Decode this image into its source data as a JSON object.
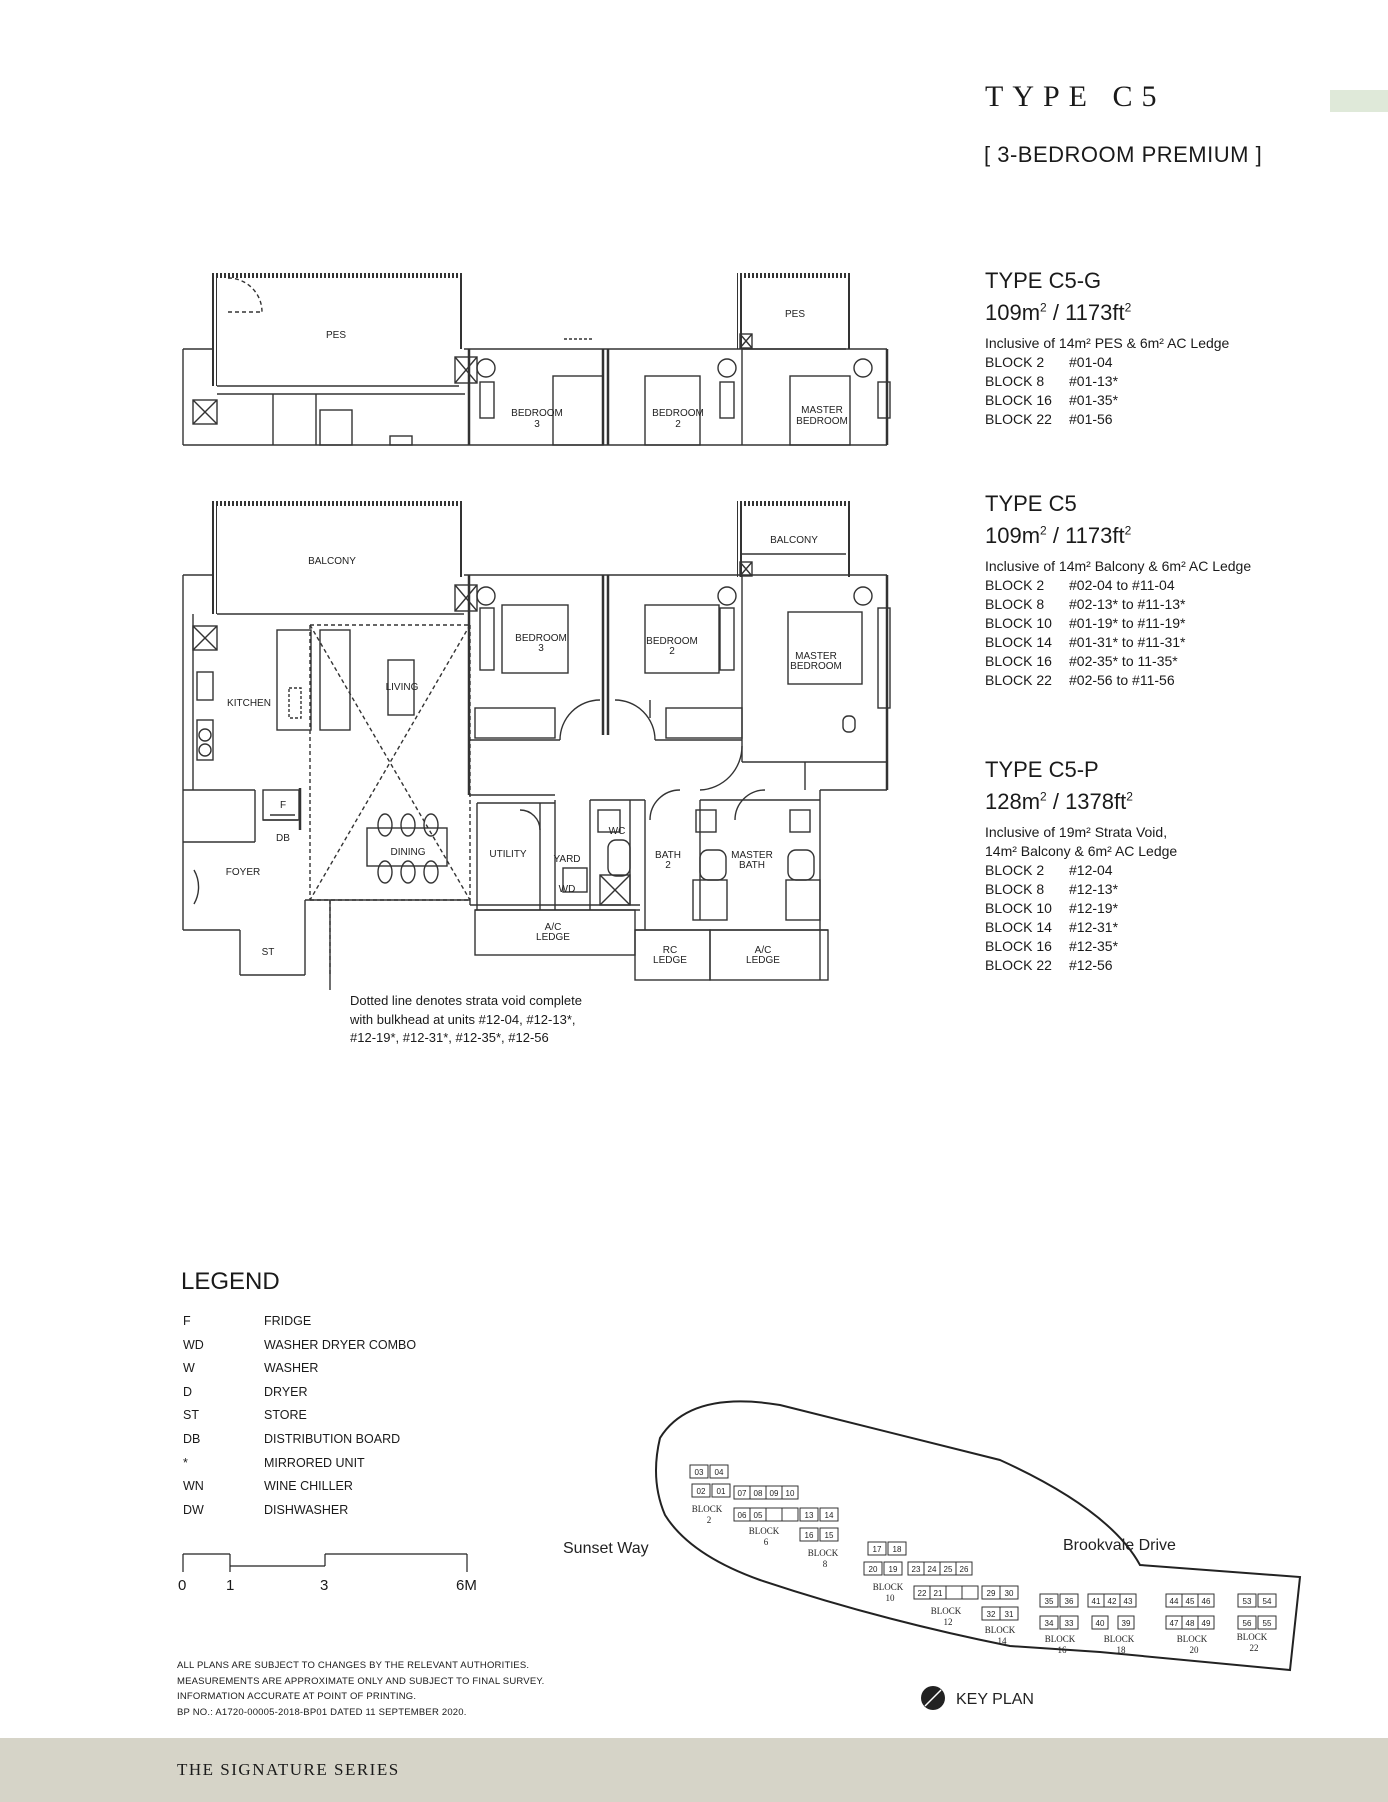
{
  "header": {
    "type_title": "TYPE C5",
    "subtitle": "[ 3-BEDROOM PREMIUM ]"
  },
  "units": [
    {
      "name": "TYPE C5-G",
      "area_m2": "109m",
      "area_ft2": " / 1173ft",
      "inclusive": "Inclusive of 14m² PES & 6m² AC Ledge",
      "blocks": [
        {
          "block": "BLOCK 2",
          "units": "#01-04"
        },
        {
          "block": "BLOCK 8",
          "units": "#01-13*"
        },
        {
          "block": "BLOCK 16",
          "units": "#01-35*"
        },
        {
          "block": "BLOCK 22",
          "units": "#01-56"
        }
      ]
    },
    {
      "name": "TYPE C5",
      "area_m2": "109m",
      "area_ft2": " / 1173ft",
      "inclusive": "Inclusive of 14m² Balcony & 6m² AC Ledge",
      "blocks": [
        {
          "block": "BLOCK 2",
          "units": "#02-04 to #11-04"
        },
        {
          "block": "BLOCK 8",
          "units": "#02-13* to #11-13*"
        },
        {
          "block": "BLOCK 10",
          "units": "#01-19* to #11-19*"
        },
        {
          "block": "BLOCK 14",
          "units": "#01-31* to #11-31*"
        },
        {
          "block": "BLOCK 16",
          "units": "#02-35* to 11-35*"
        },
        {
          "block": "BLOCK 22",
          "units": "#02-56 to #11-56"
        }
      ]
    },
    {
      "name": "TYPE C5-P",
      "area_m2": "128m",
      "area_ft2": " / 1378ft",
      "inclusive_line1": "Inclusive of 19m² Strata Void,",
      "inclusive_line2": "14m² Balcony & 6m² AC Ledge",
      "blocks": [
        {
          "block": "BLOCK 2",
          "units": "#12-04"
        },
        {
          "block": "BLOCK 8",
          "units": "#12-13*"
        },
        {
          "block": "BLOCK 10",
          "units": "#12-19*"
        },
        {
          "block": "BLOCK 14",
          "units": "#12-31*"
        },
        {
          "block": "BLOCK 16",
          "units": "#12-35*"
        },
        {
          "block": "BLOCK 22",
          "units": "#12-56"
        }
      ]
    }
  ],
  "plan_labels": {
    "pes": "PES",
    "balcony": "BALCONY",
    "bedroom": "BEDROOM",
    "bed3": "3",
    "bed2": "2",
    "master": "MASTER",
    "master_bedroom": "BEDROOM",
    "kitchen": "KITCHEN",
    "living": "LIVING",
    "dining": "DINING",
    "foyer": "FOYER",
    "utility": "UTILITY",
    "yard": "YARD",
    "wd": "WD",
    "wc": "WC",
    "bath": "BATH",
    "bath2": "2",
    "master_bath": "BATH",
    "f": "F",
    "db": "DB",
    "st": "ST",
    "ac": "A/C",
    "ledge": "LEDGE",
    "rc": "RC"
  },
  "note": {
    "line1": "Dotted line denotes strata void complete",
    "line2": "with bulkhead at units #12-04, #12-13*,",
    "line3": "#12-19*, #12-31*, #12-35*, #12-56"
  },
  "legend": {
    "title": "LEGEND",
    "items": [
      {
        "code": "F",
        "label": "FRIDGE"
      },
      {
        "code": "WD",
        "label": "WASHER DRYER COMBO"
      },
      {
        "code": "W",
        "label": "WASHER"
      },
      {
        "code": "D",
        "label": "DRYER"
      },
      {
        "code": "ST",
        "label": "STORE"
      },
      {
        "code": "DB",
        "label": "DISTRIBUTION BOARD"
      },
      {
        "code": "*",
        "label": "MIRRORED UNIT"
      },
      {
        "code": "WN",
        "label": "WINE CHILLER"
      },
      {
        "code": "DW",
        "label": "DISHWASHER"
      }
    ]
  },
  "scale": {
    "t0": "0",
    "t1": "1",
    "t3": "3",
    "t6": "6M"
  },
  "disclaimer": {
    "line1": "ALL PLANS ARE SUBJECT TO CHANGES BY THE RELEVANT AUTHORITIES.",
    "line2": "MEASUREMENTS ARE APPROXIMATE ONLY AND SUBJECT TO FINAL SURVEY.",
    "line3": "INFORMATION ACCURATE AT POINT OF PRINTING.",
    "line4": "BP NO.: A1720-00005-2018-BP01 DATED 11 SEPTEMBER 2020."
  },
  "keyplan": {
    "sunset_way": "Sunset Way",
    "brookvale_drive": "Brookvale Drive",
    "key_plan": "KEY PLAN",
    "block_word": "BLOCK",
    "blocks": [
      "2",
      "6",
      "8",
      "10",
      "12",
      "14",
      "16",
      "18",
      "20",
      "22"
    ],
    "units_block2": [
      "03",
      "04",
      "02",
      "01"
    ],
    "units_block6": [
      "07",
      "08",
      "09",
      "10",
      "06",
      "05"
    ],
    "units_block8": [
      "13",
      "14",
      "16",
      "15"
    ],
    "units_block10": [
      "17",
      "18",
      "20",
      "19"
    ],
    "units_block12": [
      "23",
      "24",
      "25",
      "26",
      "22",
      "21"
    ],
    "units_block14": [
      "29",
      "30",
      "32",
      "31"
    ],
    "units_block16": [
      "35",
      "36",
      "34",
      "33"
    ],
    "units_block18": [
      "41",
      "42",
      "43",
      "40",
      "39"
    ],
    "units_block20": [
      "44",
      "45",
      "46",
      "47",
      "48",
      "49"
    ],
    "units_block22": [
      "53",
      "54",
      "56",
      "55"
    ]
  },
  "footer": {
    "series": "THE SIGNATURE SERIES"
  },
  "colors": {
    "accent_tab": "#dfe9d9",
    "footer_band": "#d6d4c8"
  }
}
